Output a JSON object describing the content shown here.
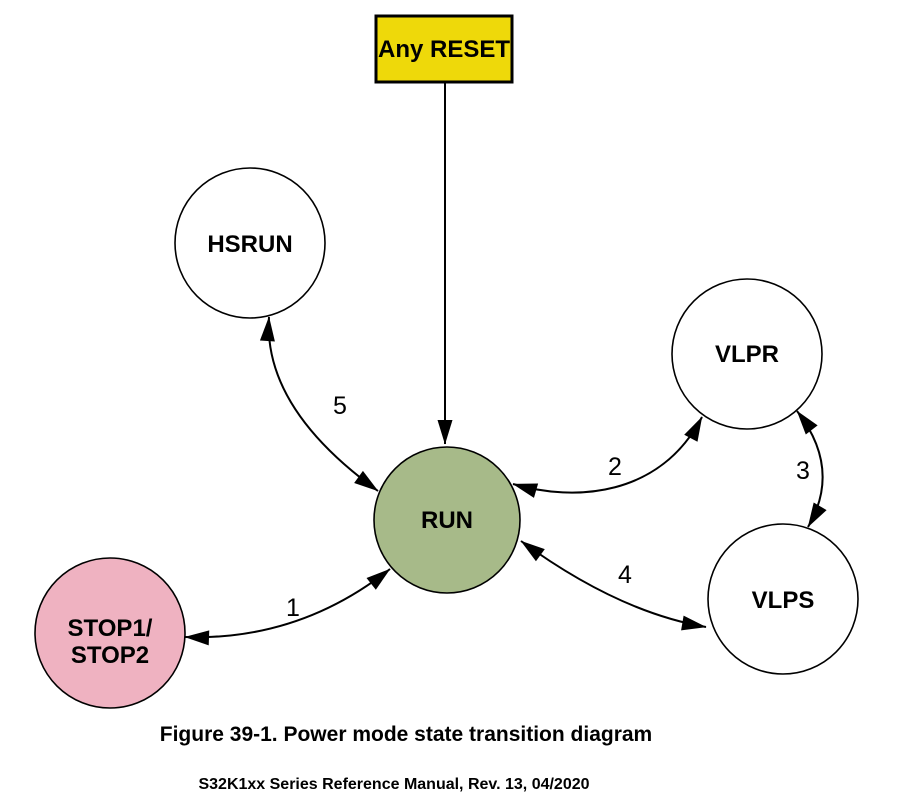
{
  "figure": {
    "caption": "Figure 39-1. Power mode state transition diagram",
    "footer": "S32K1xx Series Reference Manual, Rev. 13, 04/2020"
  },
  "colors": {
    "reset_box_fill": "#EED90A",
    "run_fill": "#A7BA89",
    "stop_fill": "#EFB2C1",
    "plain_node_fill": "#FFFFFF",
    "line_color": "#000000"
  },
  "diagram": {
    "reset": {
      "label": "Any RESET"
    },
    "reset_arrow": {
      "from": "Any RESET",
      "to": "RUN"
    },
    "nodes": {
      "run": {
        "label": "RUN"
      },
      "hsrun": {
        "label": "HSRUN"
      },
      "vlpr": {
        "label": "VLPR"
      },
      "vlps": {
        "label": "VLPS"
      },
      "stop": {
        "line1": "STOP1/",
        "line2": "STOP2"
      }
    },
    "transitions": [
      {
        "label": "1",
        "from": "STOP1/STOP2",
        "to": "RUN",
        "bidirectional": true
      },
      {
        "label": "2",
        "from": "RUN",
        "to": "VLPR",
        "bidirectional": true
      },
      {
        "label": "3",
        "from": "VLPR",
        "to": "VLPS",
        "bidirectional": true
      },
      {
        "label": "4",
        "from": "RUN",
        "to": "VLPS",
        "bidirectional": true
      },
      {
        "label": "5",
        "from": "HSRUN",
        "to": "RUN",
        "bidirectional": true
      }
    ]
  }
}
